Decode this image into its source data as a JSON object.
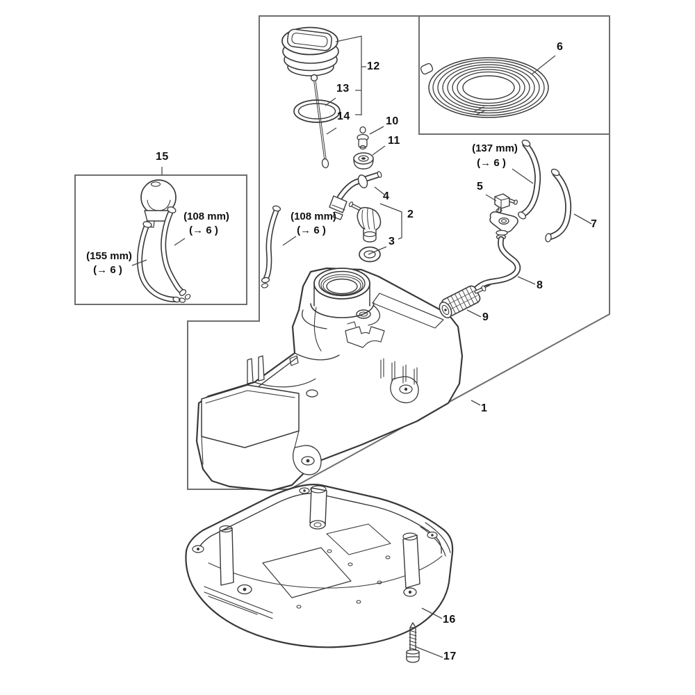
{
  "diagram": {
    "background": "#ffffff",
    "line_color": "#383838",
    "box_color": "#6e6e6e",
    "label_color": "#111111"
  },
  "callouts": [
    {
      "label": "1"
    },
    {
      "label": "2"
    },
    {
      "label": "3"
    },
    {
      "label": "4"
    },
    {
      "label": "5"
    },
    {
      "label": "6"
    },
    {
      "label": "7"
    },
    {
      "label": "8"
    },
    {
      "label": "9"
    },
    {
      "label": "10"
    },
    {
      "label": "11"
    },
    {
      "label": "12"
    },
    {
      "label": "13"
    },
    {
      "label": "14"
    },
    {
      "label": "15"
    },
    {
      "label": "16"
    },
    {
      "label": "17"
    }
  ],
  "dimensions": {
    "hose_155": {
      "text": "(155 mm)",
      "ref": "(→ 6 )"
    },
    "hose_108_left": {
      "text": "(108 mm)",
      "ref": "(→ 6 )"
    },
    "hose_108_middle": {
      "text": "(108 mm)",
      "ref": "(→ 6 )"
    },
    "hose_137": {
      "text": "(137 mm)",
      "ref": "(→ 6 )"
    }
  }
}
